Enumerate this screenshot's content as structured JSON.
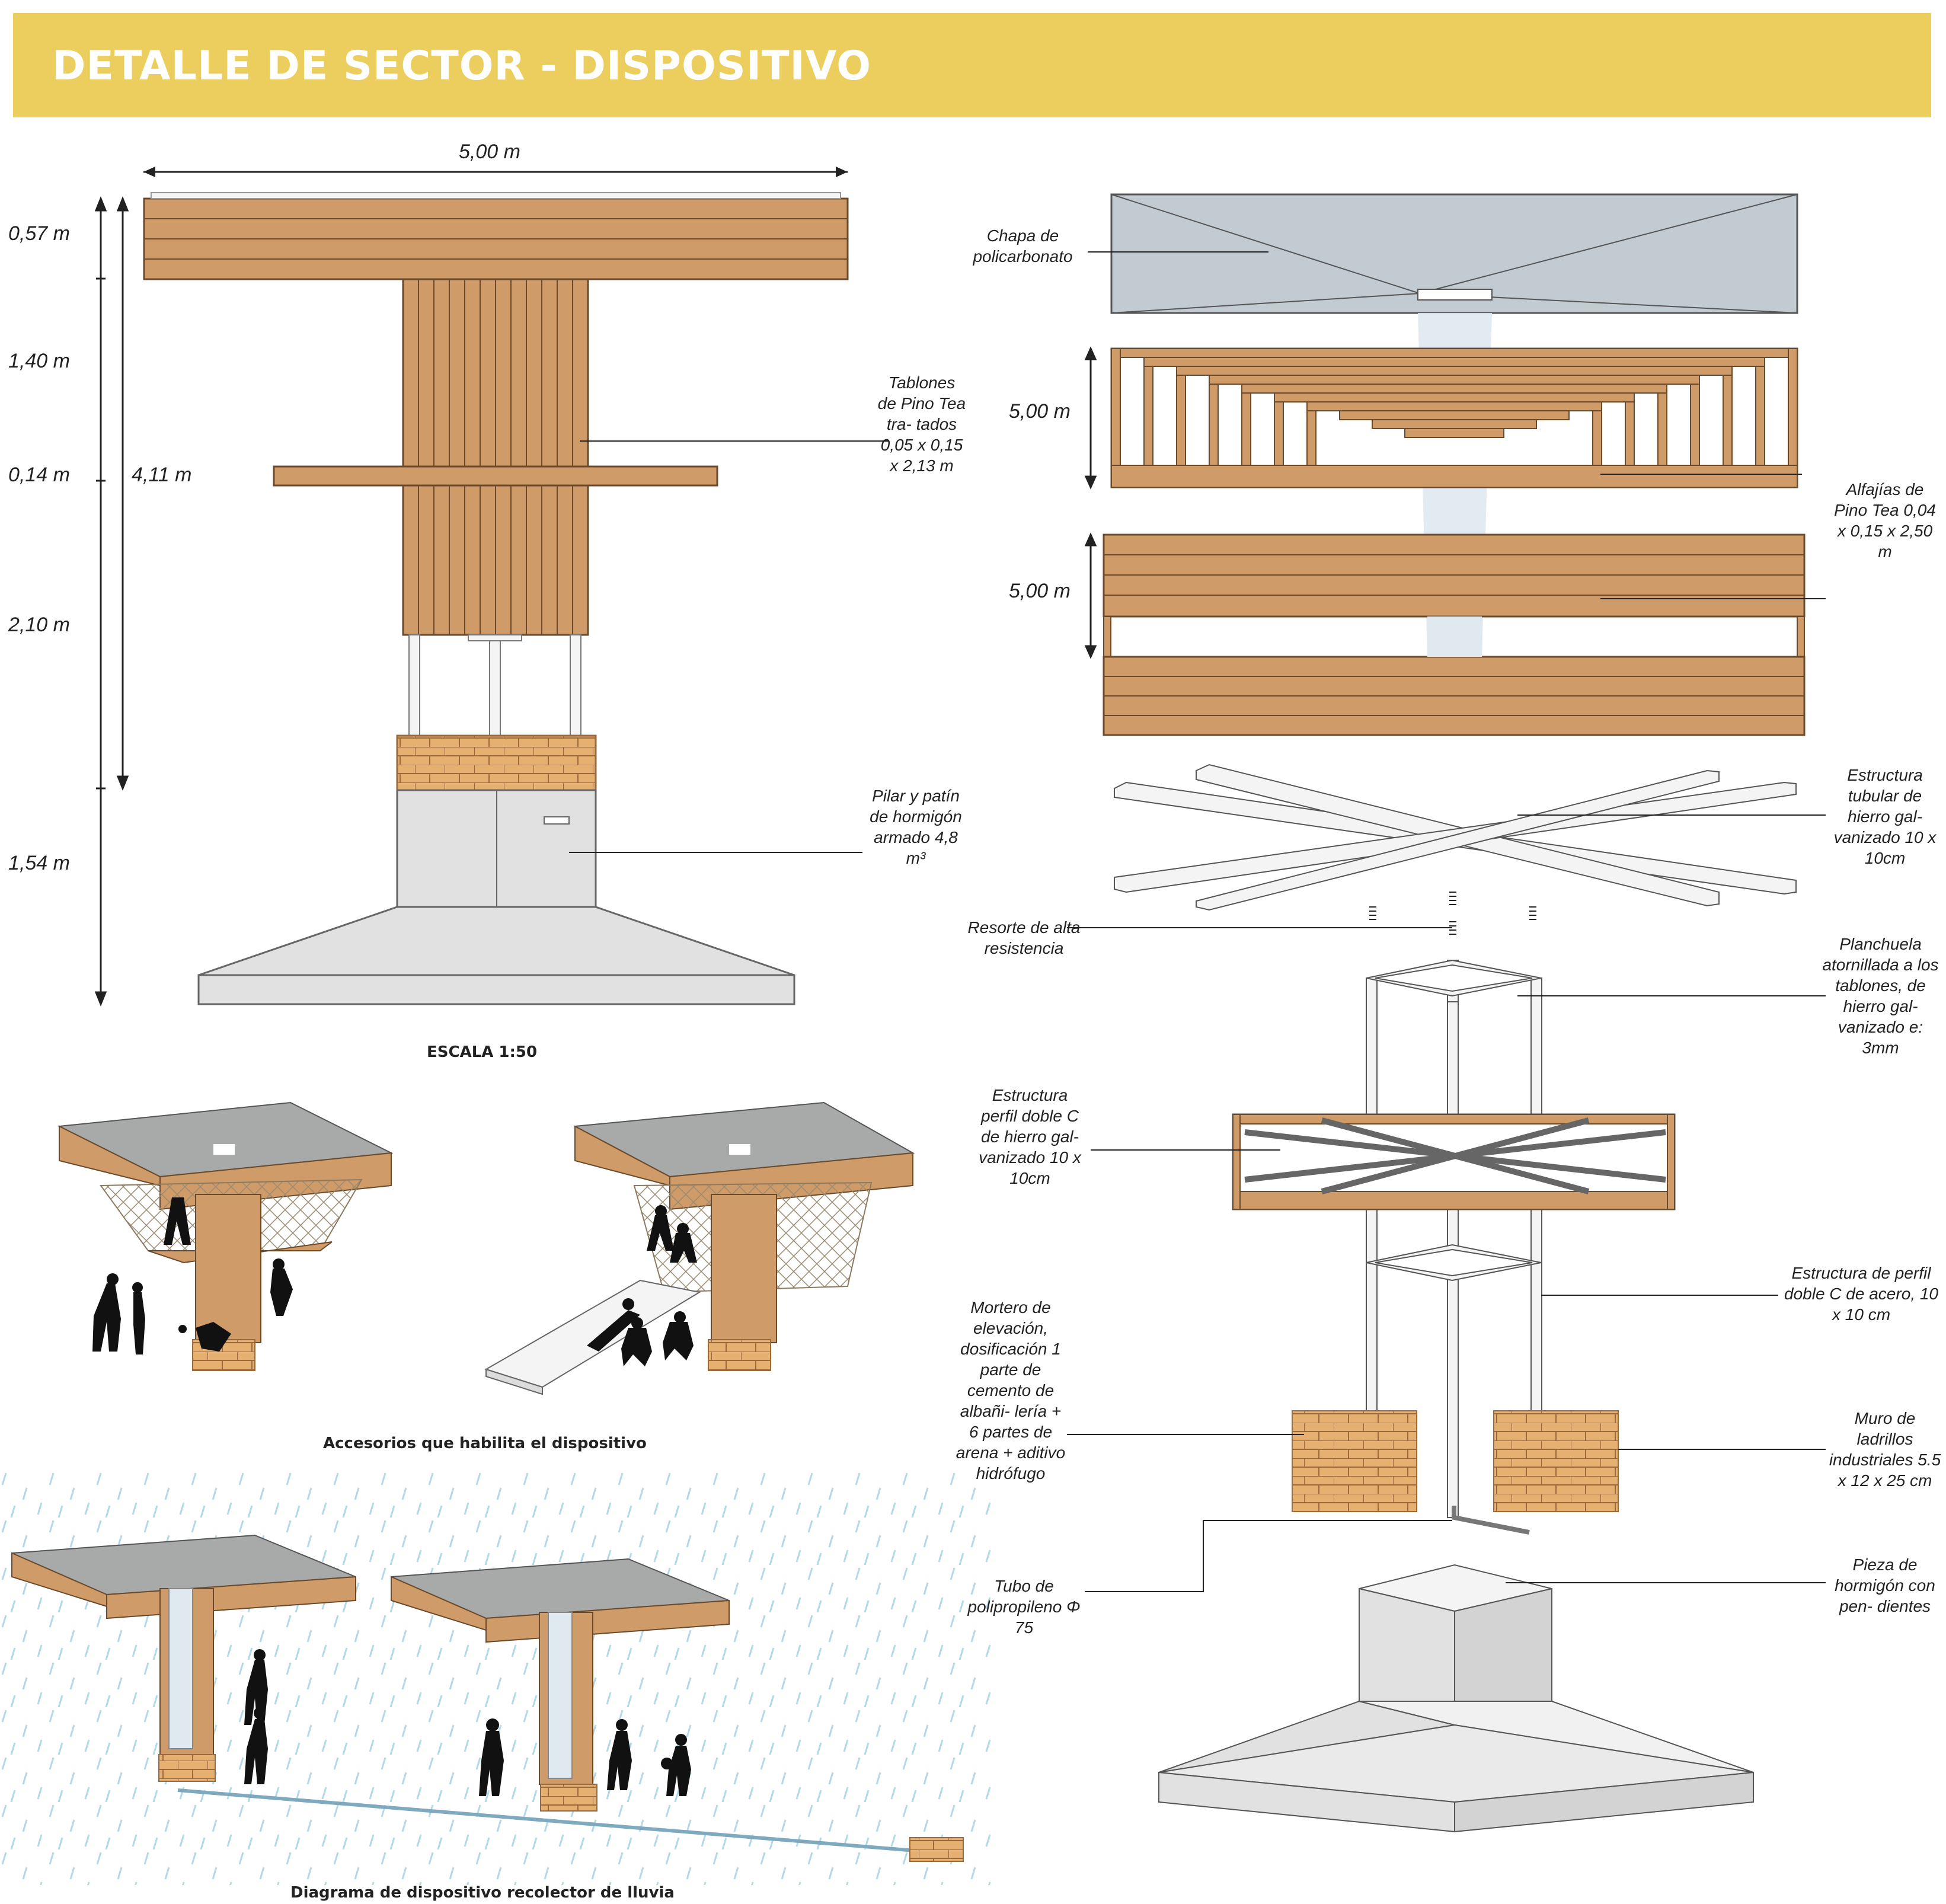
{
  "header": {
    "title": "DETALLE DE SECTOR - DISPOSITIVO"
  },
  "colors": {
    "header_bg": "#ecce5e",
    "wood": "#cf9b68",
    "wood_dark": "#9a6a3c",
    "concrete": "#e1e1e1",
    "brick": "#e6b070",
    "polycarbonate": "#c3cbd2",
    "steel": "#f2f2f2"
  },
  "elevation": {
    "width_dim": "5,00 m",
    "heights": {
      "h1": "0,57 m",
      "h2": "1,40 m",
      "h3": "0,14 m",
      "h4": "2,10 m",
      "h5": "1,54 m",
      "total": "4,11 m"
    },
    "label_tablones": "Tablones de Pino Tea tra- tados 0,05 x 0,15 x 2,13 m",
    "label_pilar": "Pilar y patín de hormigón armado 4,8 m³",
    "scale": "ESCALA 1:50"
  },
  "exploded": {
    "chapa": "Chapa de policarbonato",
    "dim_a": "5,00 m",
    "dim_b": "5,00 m",
    "alfajias": "Alfajías de Pino Tea 0,04 x 0,15 x 2,50 m",
    "tubular": "Estructura tubular de hierro gal- vanizado 10 x 10cm",
    "resorte": "Resorte de alta resistencia",
    "planchuela": "Planchuela atornillada a los tablones, de hierro gal- vanizado e: 3mm",
    "doble_c_hierro": "Estructura perfil doble C de hierro gal- vanizado 10 x 10cm",
    "doble_c_acero": "Estructura de perfil doble C de acero, 10 x 10 cm",
    "mortero": "Mortero de elevación, dosificación 1 parte de cemento de albañi- lería + 6 partes de arena + aditivo hidrófugo",
    "muro": "Muro de ladrillos industriales 5.5 x 12 x 25 cm",
    "tubo": "Tubo de polipropileno Φ 75",
    "pieza": "Pieza de hormigón con pen- dientes"
  },
  "captions": {
    "accesorios": "Accesorios que habilita el dispositivo",
    "diagrama": "Diagrama de dispositivo recolector de lluvia"
  }
}
